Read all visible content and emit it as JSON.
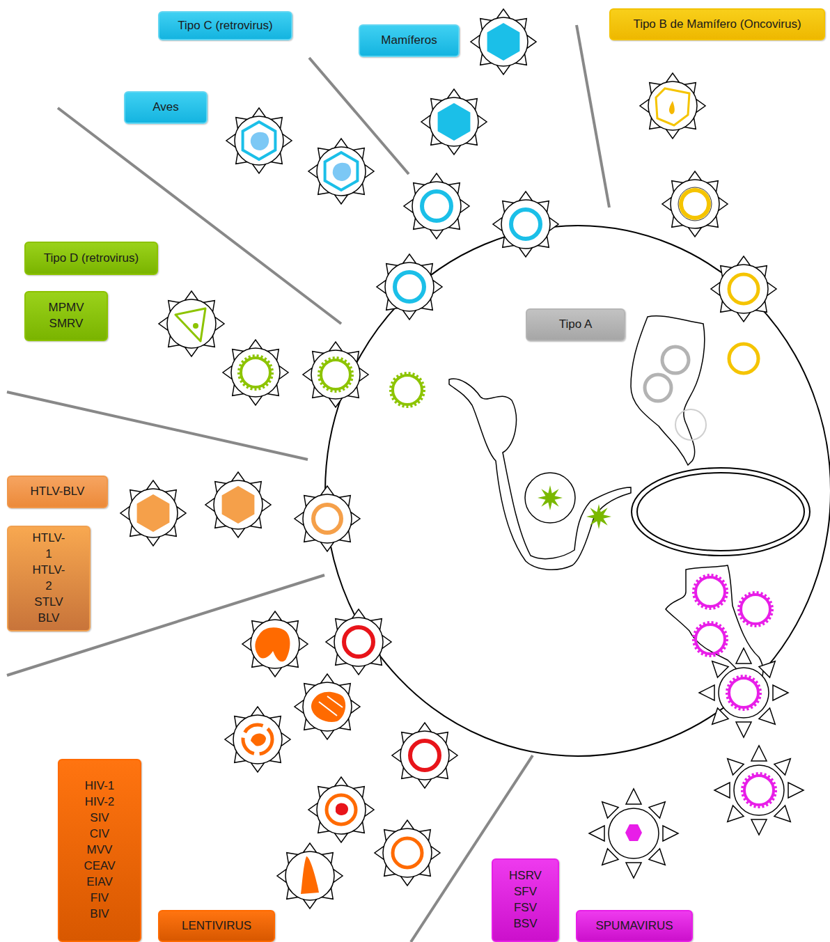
{
  "diagram": {
    "nodes": [
      {
        "text": [
          "Tipo C (retrovirus)"
        ]
      },
      {
        "text": [
          "Mamíferos"
        ]
      },
      {
        "text": [
          "Tipo B de Mamífero (Oncovirus)"
        ]
      },
      {
        "text": [
          "Aves"
        ]
      },
      {
        "text": [
          "Tipo D (retrovirus)"
        ]
      },
      {
        "text": [
          "MPMV SMRV"
        ]
      },
      {
        "text": [
          "Tipo A"
        ]
      },
      {
        "text": [
          "HTLV-BLV"
        ]
      },
      {
        "text": [
          "HTLV-1 HTLV-2 STLV BLV"
        ]
      },
      {
        "text": [
          "HIV-1 HIV-2 SIV CIV MVV CEAV EIAV FIV BIV"
        ]
      },
      {
        "text": [
          "LENTIVIRUS"
        ]
      },
      {
        "text": [
          "HSRV SFV FSV BSV"
        ]
      },
      {
        "text": [
          "SPUMAVIRUS"
        ]
      }
    ]
  }
}
